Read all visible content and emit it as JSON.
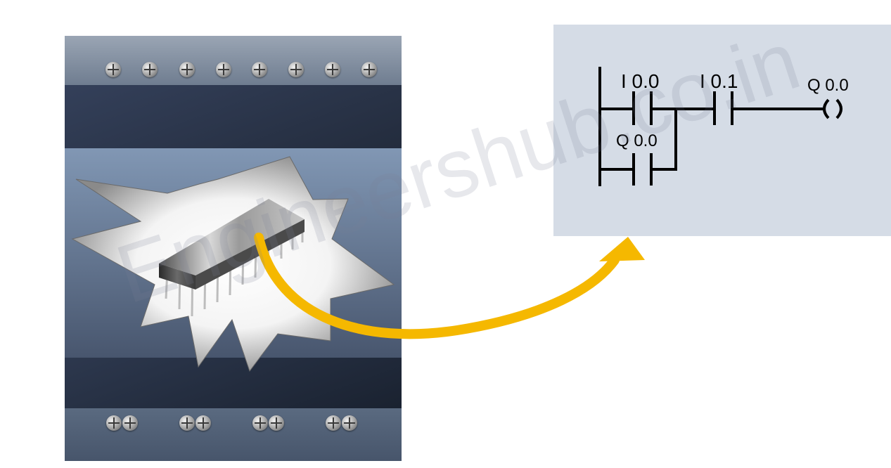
{
  "ladder": {
    "contact1_label": "I 0.0",
    "contact2_label": "I 0.1",
    "coil_label": "Q 0.0",
    "branch_contact_label": "Q 0.0"
  },
  "watermark": {
    "text": "Engineershub.co.in"
  },
  "colors": {
    "arrow": "#f5b800",
    "panel": "#d5dce6",
    "plc_body": "#6d809b"
  }
}
